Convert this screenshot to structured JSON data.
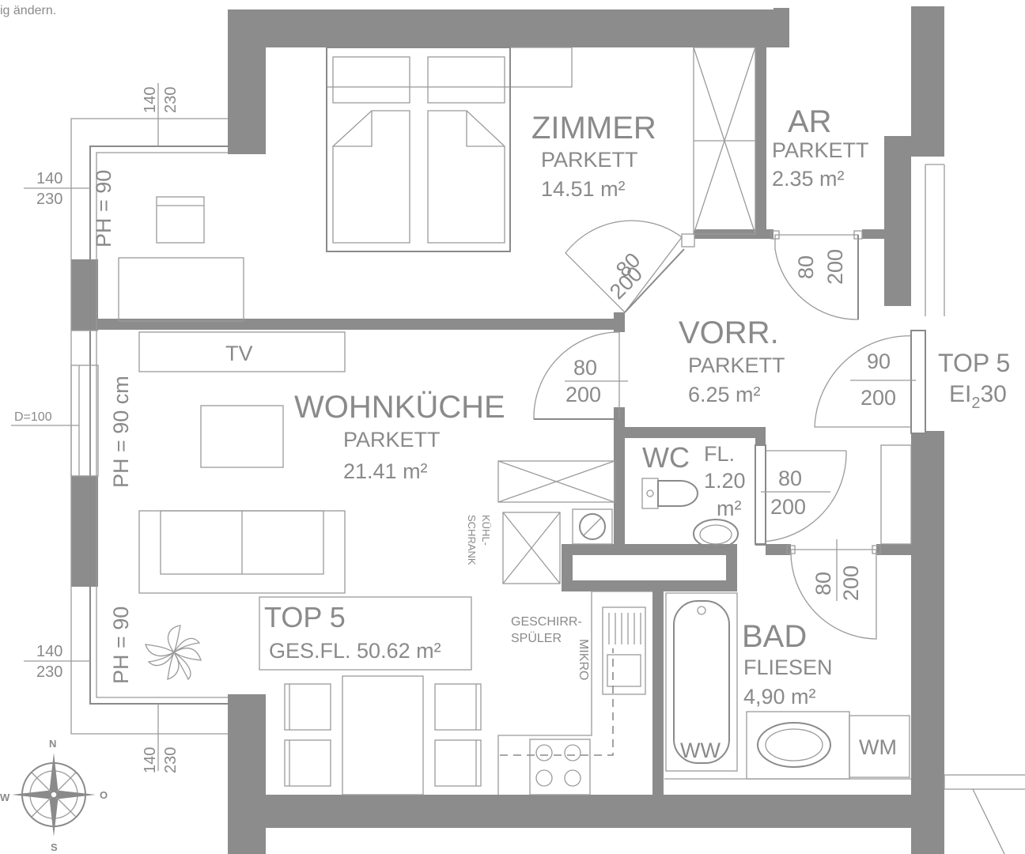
{
  "header_note": "ig ändern.",
  "rooms": {
    "zimmer": {
      "name": "ZIMMER",
      "floor": "PARKETT",
      "area": "14.51 m²"
    },
    "ar": {
      "name": "AR",
      "floor": "PARKETT",
      "area": "2.35 m²"
    },
    "vorr": {
      "name": "VORR.",
      "floor": "PARKETT",
      "area": "6.25 m²"
    },
    "wohnkueche": {
      "name": "WOHNKÜCHE",
      "floor": "PARKETT",
      "area": "21.41 m²"
    },
    "wc": {
      "name": "WC",
      "floor": "FL.",
      "area_value": "1.20",
      "area_unit": "m²"
    },
    "bad": {
      "name": "BAD",
      "floor": "FLIESEN",
      "area": "4,90 m²"
    }
  },
  "unit": {
    "title": "TOP 5",
    "total_label": "GES.FL. 50.62 m²",
    "door_label": "TOP 5",
    "door_rating_pre": "EI",
    "door_rating_sub": "2",
    "door_rating_post": "30"
  },
  "doors": {
    "zimmer": {
      "w": "80",
      "h": "200"
    },
    "ar": {
      "w": "80",
      "h": "200"
    },
    "wohn": {
      "w": "80",
      "h": "200"
    },
    "entry": {
      "w": "90",
      "h": "200"
    },
    "wc": {
      "w": "80",
      "h": "200"
    },
    "bad": {
      "w": "80",
      "h": "200"
    }
  },
  "windows": {
    "top_left": {
      "a": "140",
      "b": "230"
    },
    "left_upper": {
      "a": "140",
      "b": "230"
    },
    "left_lower": {
      "a": "140",
      "b": "230"
    },
    "bottom_left": {
      "a": "140",
      "b": "230"
    },
    "door_d": "D=100"
  },
  "parapets": {
    "upper": "PH = 90",
    "middle": "PH = 90 cm",
    "lower": "PH = 90"
  },
  "furniture": {
    "tv": "TV",
    "fridge": "KÜHL-\nSCHRANK",
    "fridge_l1": "KÜHL-",
    "fridge_l2": "SCHRANK",
    "dishwasher_l1": "GESCHIRR-",
    "dishwasher_l2": "SPÜLER",
    "micro": "MIKRO",
    "ww": "WW",
    "wm": "WM"
  },
  "compass": {
    "n": "N",
    "s": "S",
    "w": "W",
    "o": "O"
  }
}
